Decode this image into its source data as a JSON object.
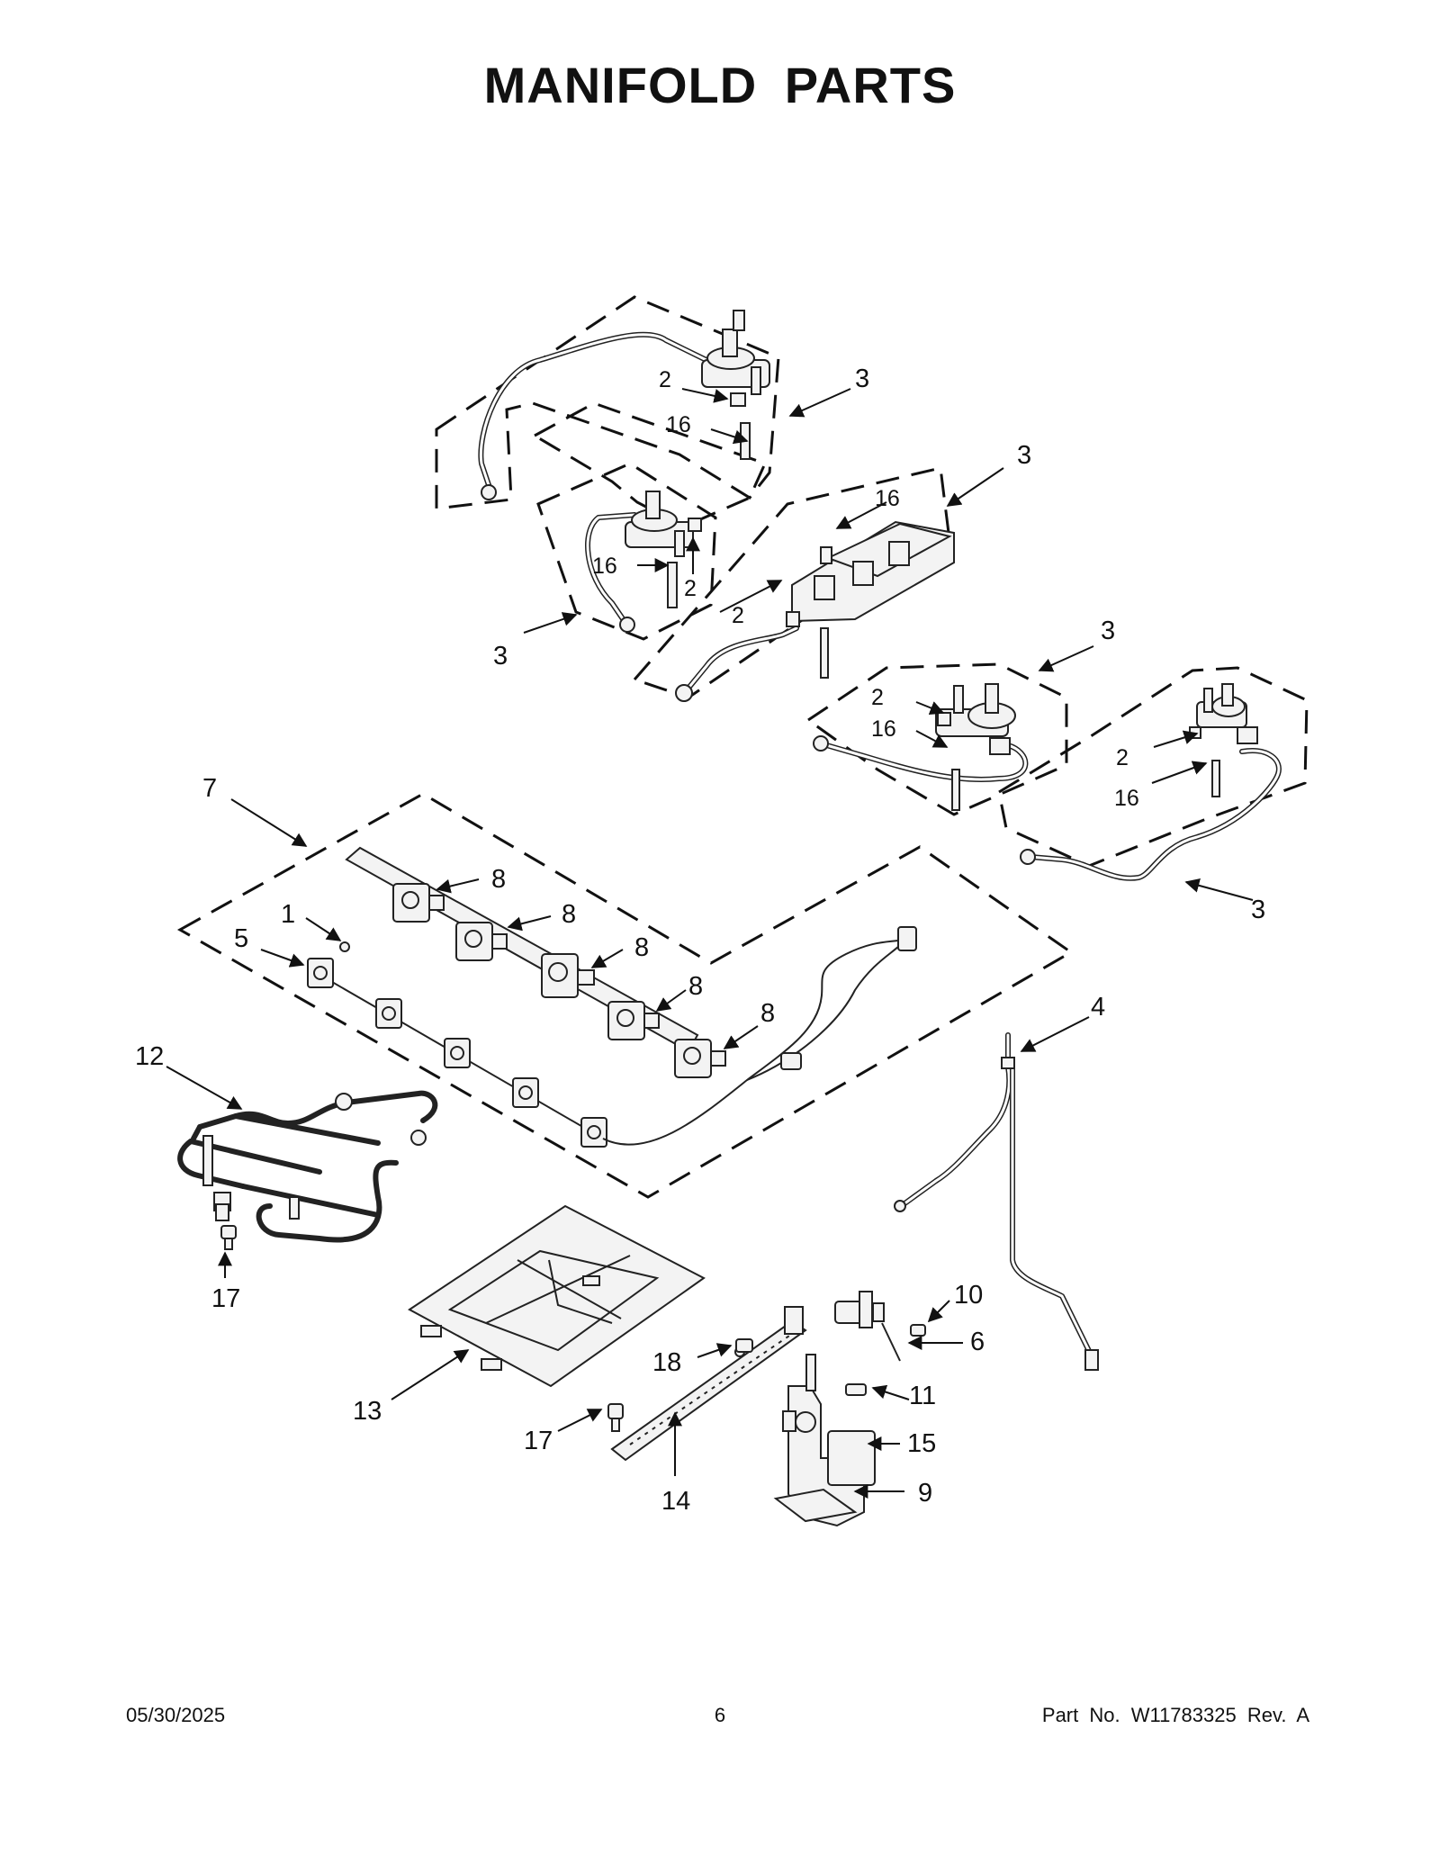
{
  "title": "MANIFOLD PARTS",
  "callouts": {
    "c1": "1",
    "c2a": "2",
    "c2b": "2",
    "c2c": "2",
    "c2d": "2",
    "c2e": "2",
    "c3a": "3",
    "c3b": "3",
    "c3c": "3",
    "c3d": "3",
    "c3e": "3",
    "c4": "4",
    "c5": "5",
    "c6": "6",
    "c7": "7",
    "c8a": "8",
    "c8b": "8",
    "c8c": "8",
    "c8d": "8",
    "c8e": "8",
    "c9": "9",
    "c10": "10",
    "c11": "11",
    "c12": "12",
    "c13": "13",
    "c14": "14",
    "c15": "15",
    "c16a": "16",
    "c16b": "16",
    "c16c": "16",
    "c16d": "16",
    "c16e": "16",
    "c17a": "17",
    "c17b": "17",
    "c18": "18"
  },
  "footer": {
    "date": "05/30/2025",
    "page": "6",
    "part_no": "Part No.  W11783325   Rev.  A"
  }
}
